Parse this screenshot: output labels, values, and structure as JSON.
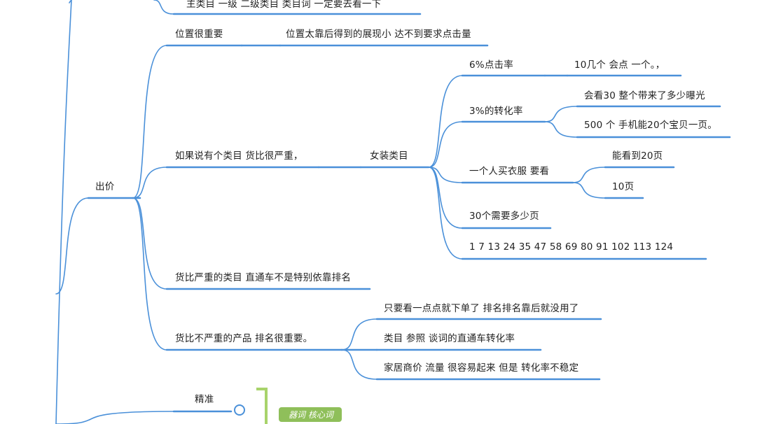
{
  "nodes": {
    "top_partial": "主类目  一级  二级类目    类目词 一定要去看一下",
    "position_important": "位置很重要",
    "position_detail": "位置太靠后得到的展现小 达不到要求点击量",
    "bid": "出价",
    "category_crowded": "如果说有个类目 货比很严重，",
    "womens_category": "女装类目",
    "ctr_6": "6%点击率",
    "ctr_6_note": "10几个 会点 一个。，",
    "cvr_3": "3%的转化率",
    "cvr_3_note1": "会看30 整个带来了多少曝光",
    "cvr_3_note2": "500 个 手机能20个宝贝一页。",
    "person_buy": "一个人买衣服 要看",
    "person_buy_note1": "能看到20页",
    "person_buy_note2": "10页",
    "thirty_pages": "30个需要多少页",
    "sequence": "1 7   13    24   35 47 58 69   80   91    102  113  124",
    "severe_category": "货比严重的类目 直通车不是特别依靠排名",
    "not_severe": "货比不严重的产品  排名很重要。",
    "not_severe_note1": "只要看一点点就下单了 排名排名靠后就没用了",
    "not_severe_note2": "类目 参照 谈词的直通车转化率",
    "not_severe_note3": "家居商价  流量 很容易起来 但是 转化率不稳定",
    "bottom_partial": "精准",
    "bottom_badge": "器词  核心词"
  }
}
